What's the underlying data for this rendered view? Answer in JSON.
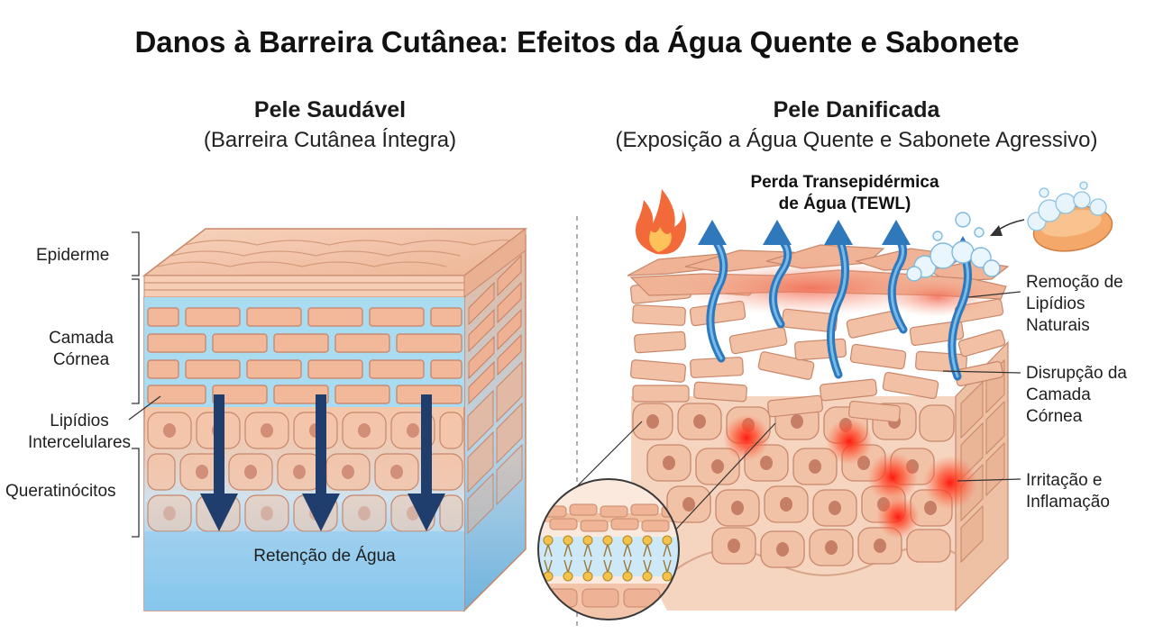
{
  "title": "Danos à Barreira Cutânea: Efeitos da Água Quente e Sabonete",
  "healthy": {
    "title": "Pele Saudável",
    "subtitle": "(Barreira Cutânea Íntegra)",
    "labels": {
      "epidermis": "Epiderme",
      "stratum_corneum_line1": "Camada",
      "stratum_corneum_line2": "Córnea",
      "lipids_line1": "Lipídios",
      "lipids_line2": "Intercelulares",
      "keratinocytes": "Queratinócitos",
      "water_retention": "Retenção de Água"
    }
  },
  "damaged": {
    "title": "Pele Danificada",
    "subtitle": "(Exposição a Água Quente e Sabonete Agressivo)",
    "tewl_line1": "Perda Transepidérmica",
    "tewl_line2": "de Água (TEWL)",
    "labels": {
      "lipid_removal_line1": "Remoção de",
      "lipid_removal_line2": "Lipídios",
      "lipid_removal_line3": "Naturais",
      "disruption_line1": "Disrupção da",
      "disruption_line2": "Camada",
      "disruption_line3": "Córnea",
      "irritation_line1": "Irritação e",
      "irritation_line2": "Inflamação"
    }
  },
  "colors": {
    "skin": "#f3c3a6",
    "cell_border": "#c8876a",
    "lipid_blue": "#8fd0ec",
    "water_arrow": "#1f3e6e",
    "tewl_arrow": "#3b8fcf",
    "inflammation": "#ff2a1a"
  }
}
